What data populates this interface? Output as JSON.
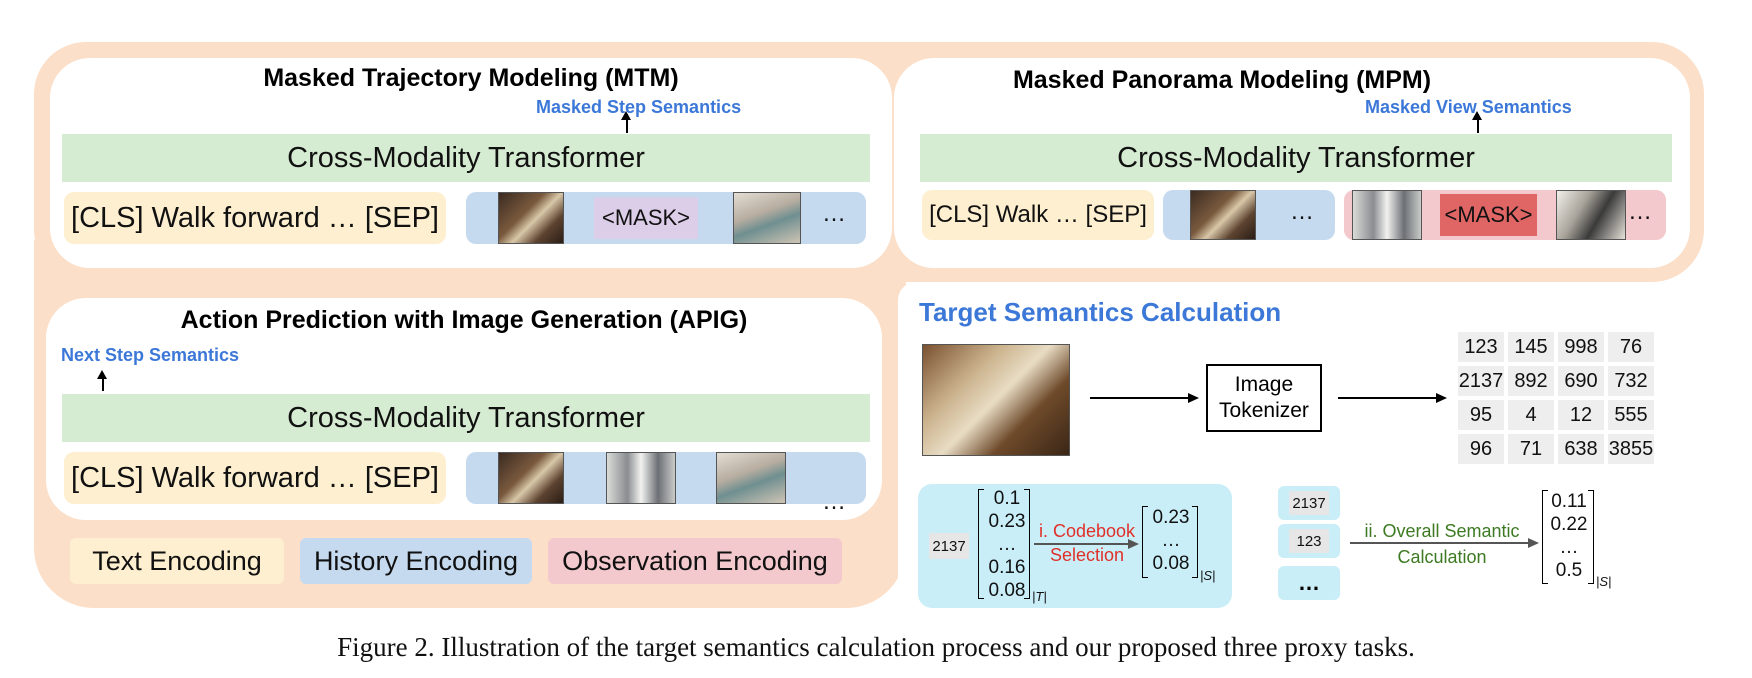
{
  "mtm": {
    "title": "Masked Trajectory Modeling (MTM)",
    "semantics": "Masked Step Semantics",
    "transformer": "Cross-Modality Transformer",
    "text": "[CLS] Walk forward … [SEP]",
    "mask": "<MASK>",
    "dots": "…"
  },
  "mpm": {
    "title": "Masked Panorama Modeling (MPM)",
    "semantics": "Masked View Semantics",
    "transformer": "Cross-Modality Transformer",
    "text": "[CLS] Walk … [SEP]",
    "hist_dots": "…",
    "mask": "<MASK>",
    "obs_dots": "…"
  },
  "apig": {
    "title": "Action Prediction with Image Generation (APIG)",
    "semantics": "Next Step Semantics",
    "transformer": "Cross-Modality Transformer",
    "text": "[CLS] Walk forward … [SEP]",
    "dots": "…"
  },
  "legend": {
    "text": "Text Encoding",
    "history": "History Encoding",
    "observation": "Observation Encoding"
  },
  "tsc": {
    "title": "Target Semantics Calculation",
    "tokenizer_line1": "Image",
    "tokenizer_line2": "Tokenizer",
    "grid": [
      "123",
      "145",
      "998",
      "76",
      "2137",
      "892",
      "690",
      "732",
      "95",
      "4",
      "12",
      "555",
      "96",
      "71",
      "638",
      "3855"
    ],
    "token": "2137",
    "vec_t": [
      "0.1",
      "0.23",
      "…",
      "0.16",
      "0.08"
    ],
    "sub_t": "|T|",
    "step1_line1": "i. Codebook",
    "step1_line2": "Selection",
    "vec_s1": [
      "0.23",
      "…",
      "0.08"
    ],
    "sub_s1": "|S|",
    "tokens_right": [
      "2137",
      "123",
      "…"
    ],
    "step2_line1": "ii. Overall Semantic",
    "step2_line2": "Calculation",
    "vec_s2": [
      "0.11",
      "0.22",
      "…",
      "0.5"
    ],
    "sub_s2": "|S|"
  },
  "colors": {
    "peach": "#fbdfc9",
    "transformer_green": "#d6ecd2",
    "text_yellow": "#fdefcf",
    "history_blue": "#c6daef",
    "observation_pink": "#f3c9cd",
    "semantic_blue": "#3c78d8",
    "mask_red": "#e06666",
    "cyan": "#c9eef8"
  },
  "caption": "Figure 2. Illustration of the target semantics calculation process and our proposed three proxy tasks."
}
